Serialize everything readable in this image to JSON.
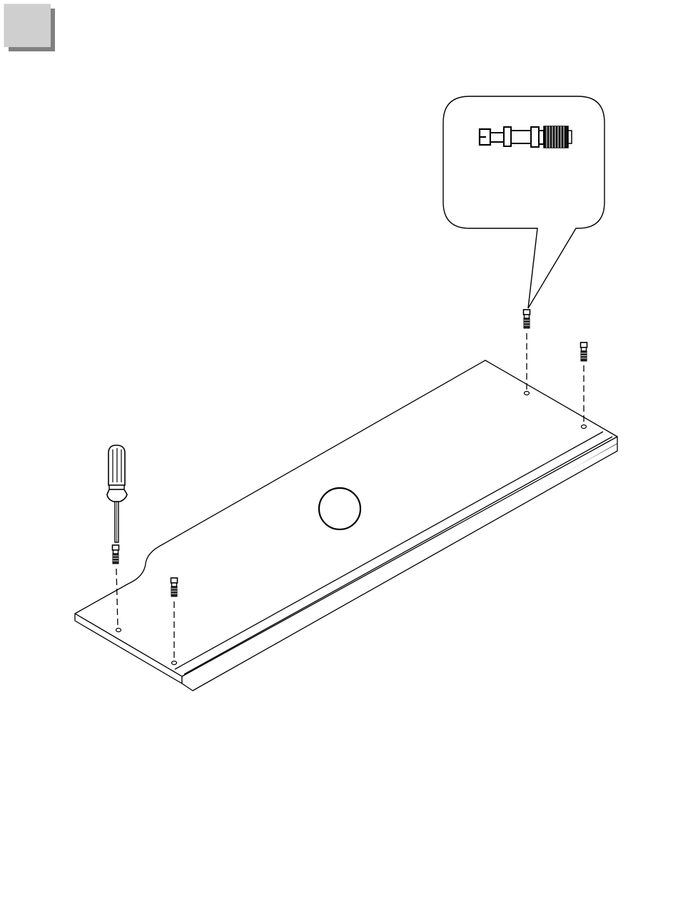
{
  "step_badge": {
    "label": "",
    "face_color": "#cfcfcf",
    "shadow_color": "#808080"
  },
  "diagram": {
    "subject": "board-with-cam-bolts",
    "line_color": "#000000",
    "fill_color": "#ffffff",
    "bolt_count": 4,
    "part_marker_label": "",
    "callout_part": "cam-bolt"
  }
}
